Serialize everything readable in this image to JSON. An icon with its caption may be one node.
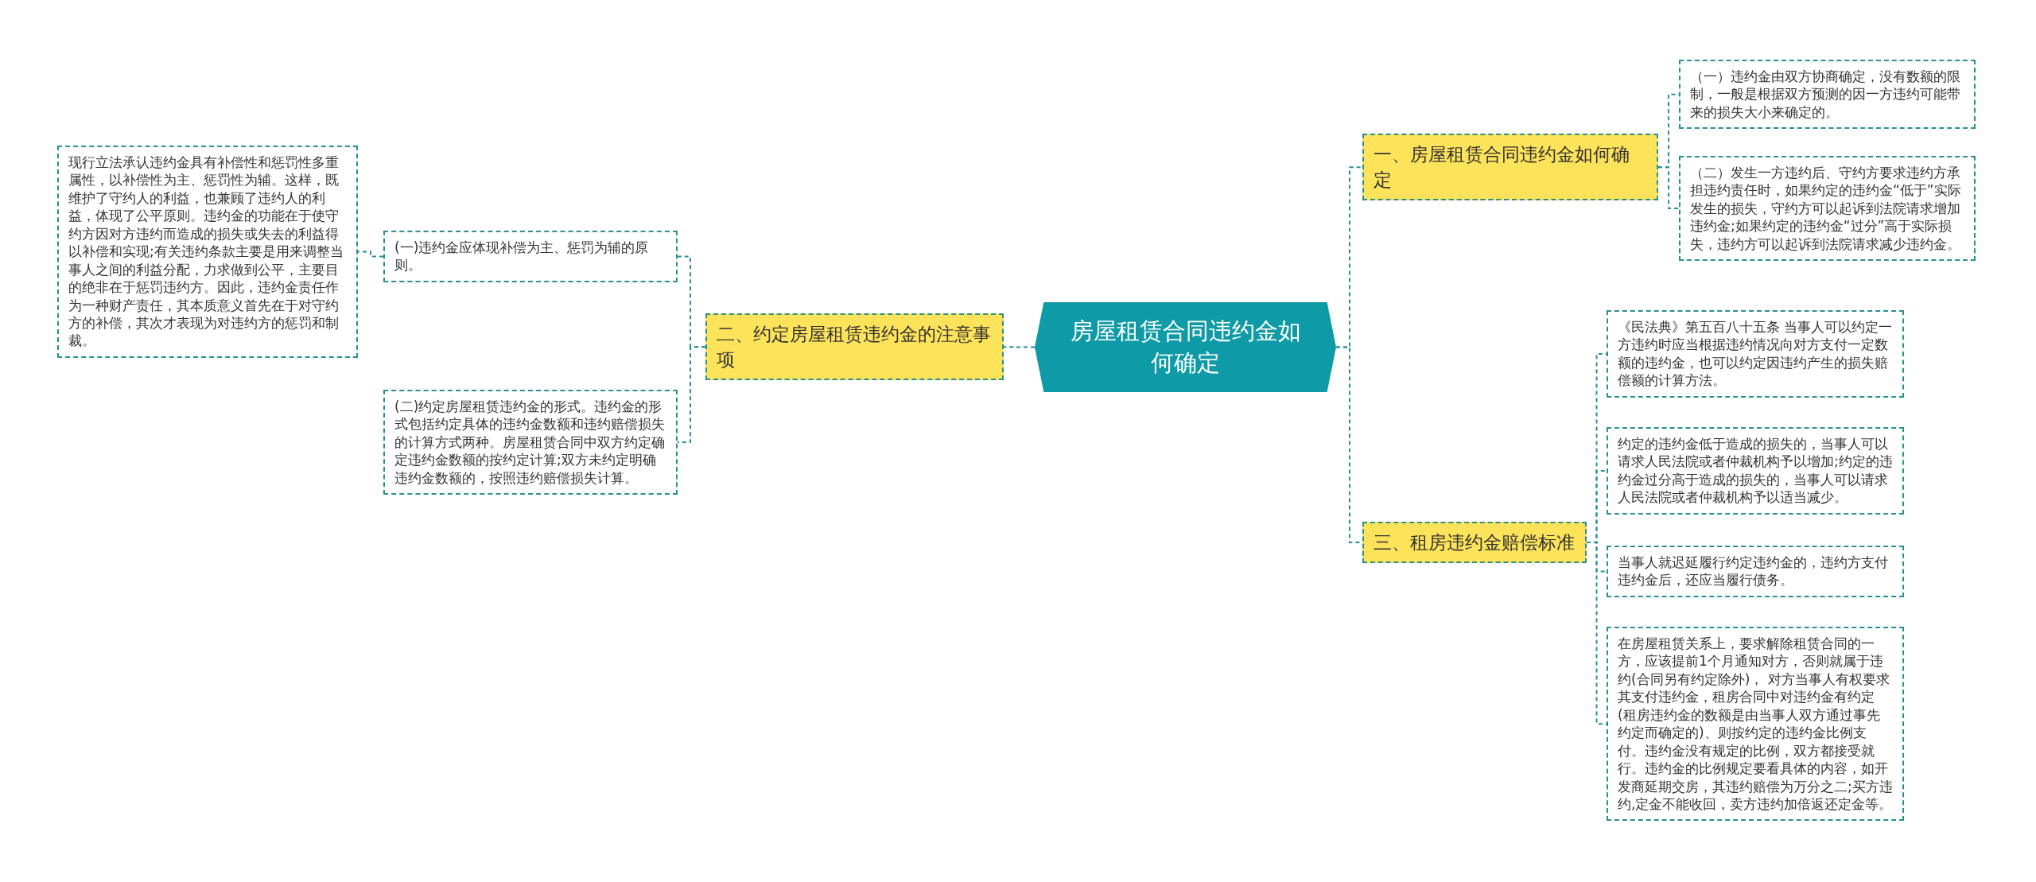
{
  "diagram": {
    "nodes": [
      {
        "text": [
          "房屋租赁合同违约金如何确定"
        ]
      },
      {
        "text": [
          "一、房屋租赁合同违约金如何确定"
        ]
      },
      {
        "text": [
          "（一）违约金由双方协商确定，没有数额的限制，一般是根据双方预测的因一方违约可能带来的损失大小来确定的。"
        ]
      },
      {
        "text": [
          "（二）发生一方违约后、守约方要求违约方承担违约责任时，如果约定的违约金“低于”实际发生的损失，守约方可以起诉到法院请求增加违约金;如果约定的违约金“过分”高于实际损失，违约方可以起诉到法院请求减少违约金。"
        ]
      },
      {
        "text": [
          "二、约定房屋租赁违约金的注意事项"
        ]
      },
      {
        "text": [
          "(一)违约金应体现补偿为主、惩罚为辅的原则。"
        ]
      },
      {
        "text": [
          "现行立法承认违约金具有补偿性和惩罚性多重属性，以补偿性为主、惩罚性为辅。这样，既维护了守约人的利益，也兼顾了违约人的利益，体现了公平原则。违约金的功能在于使守约方因对方违约而造成的损失或失去的利益得以补偿和实现;有关违约条款主要是用来调整当事人之间的利益分配，力求做到公平，主要目的绝非在于惩罚违约方。因此，违约金责任作为一种财产责任，其本质意义首先在于对守约方的补偿，其次才表现为对违约方的惩罚和制裁。"
        ]
      },
      {
        "text": [
          "(二)约定房屋租赁违约金的形式。违约金的形式包括约定具体的违约金数额和违约赔偿损失的计算方式两种。房屋租赁合同中双方约定确定违约金数额的按约定计算;双方未约定明确违约金数额的，按照违约赔偿损失计算。"
        ]
      },
      {
        "text": [
          "三、租房违约金赔偿标准"
        ]
      },
      {
        "text": [
          "《民法典》第五百八十五条 当事人可以约定一方违约时应当根据违约情况向对方支付一定数额的违约金，也可以约定因违约产生的损失赔偿额的计算方法。"
        ]
      },
      {
        "text": [
          "约定的违约金低于造成的损失的，当事人可以请求人民法院或者仲裁机构予以增加;约定的违约金过分高于造成的损失的，当事人可以请求人民法院或者仲裁机构予以适当减少。"
        ]
      },
      {
        "text": [
          "当事人就迟延履行约定违约金的，违约方支付违约金后，还应当履行债务。"
        ]
      },
      {
        "text": [
          "在房屋租赁关系上，要求解除租赁合同的一方，应该提前1个月通知对方，否则就属于违约(合同另有约定除外)， 对方当事人有权要求其支付违约金，租房合同中对违约金有约定(租房违约金的数额是由当事人双方通过事先约定而确定的)、则按约定的违约金比例支付。违约金没有规定的比例，双方都接受就行。违约金的比例规定要看具体的内容，如开发商延期交房，其违约赔偿为万分之二;买方违约,定金不能收回，卖方违约加倍返还定金等。"
        ]
      }
    ],
    "edges": [
      {
        "from": 0,
        "to": 1,
        "arrow": "none"
      },
      {
        "from": 1,
        "to": 2,
        "arrow": "none"
      },
      {
        "from": 1,
        "to": 3,
        "arrow": "none"
      },
      {
        "from": 0,
        "to": 4,
        "arrow": "none"
      },
      {
        "from": 4,
        "to": 5,
        "arrow": "none"
      },
      {
        "from": 5,
        "to": 6,
        "arrow": "none"
      },
      {
        "from": 4,
        "to": 7,
        "arrow": "none"
      },
      {
        "from": 0,
        "to": 8,
        "arrow": "none"
      },
      {
        "from": 8,
        "to": 9,
        "arrow": "none"
      },
      {
        "from": 8,
        "to": 10,
        "arrow": "none"
      },
      {
        "from": 8,
        "to": 11,
        "arrow": "none"
      },
      {
        "from": 8,
        "to": 12,
        "arrow": "none"
      }
    ]
  }
}
